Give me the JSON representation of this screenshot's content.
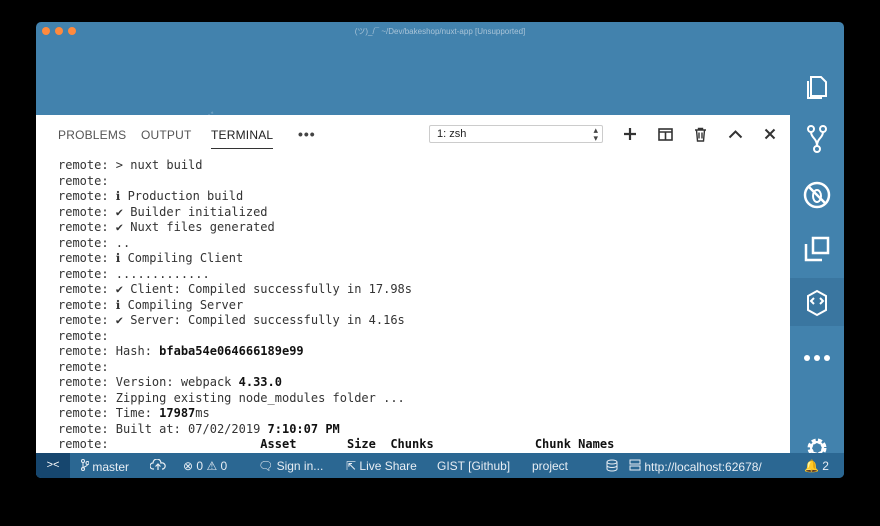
{
  "window": {
    "title": "(ツ)_/¯ ~/Dev/bakeshop/nuxt-app [Unsupported]"
  },
  "panel": {
    "tabs": [
      {
        "label": "PROBLEMS"
      },
      {
        "label": "OUTPUT"
      },
      {
        "label": "TERMINAL"
      }
    ],
    "more_label": "•••",
    "terminal_select": "1: zsh"
  },
  "terminal": {
    "lines": [
      {
        "p": "remote: ",
        "t": "> nuxt build"
      },
      {
        "p": "remote:",
        "t": ""
      },
      {
        "p": "remote: ",
        "t": "ℹ Production build"
      },
      {
        "p": "remote: ",
        "t": "✔ Builder initialized"
      },
      {
        "p": "remote: ",
        "t": "✔ Nuxt files generated"
      },
      {
        "p": "remote: ",
        "t": ".."
      },
      {
        "p": "remote: ",
        "t": "ℹ Compiling Client"
      },
      {
        "p": "remote: ",
        "t": "............."
      },
      {
        "p": "remote: ",
        "t": "✔ Client: Compiled successfully in 17.98s"
      },
      {
        "p": "remote: ",
        "t": "ℹ Compiling Server"
      },
      {
        "p": "remote: ",
        "t": "✔ Server: Compiled successfully in 4.16s"
      },
      {
        "p": "remote:",
        "t": ""
      },
      {
        "p": "remote: ",
        "t": "Hash: ",
        "b": "bfaba54e064666189e99"
      },
      {
        "p": "remote:",
        "t": ""
      },
      {
        "p": "remote: ",
        "t": "Version: webpack ",
        "b": "4.33.0"
      },
      {
        "p": "remote: ",
        "t": "Zipping existing node_modules folder ..."
      },
      {
        "p": "remote: ",
        "t": "Time: ",
        "b": "17987",
        "t2": "ms"
      },
      {
        "p": "remote: ",
        "t": "Built at: 07/02/2019 ",
        "b": "7:10:07 PM"
      },
      {
        "p": "remote: ",
        "t": "",
        "b": "                    Asset       Size  Chunks              Chunk Names"
      }
    ]
  },
  "statusbar": {
    "remote_icon": "><",
    "branch": "master",
    "errors": "0",
    "warnings": "0",
    "sign_in": "Sign in...",
    "live_share": "Live Share",
    "gist": "GIST [Github]",
    "project": "project",
    "url": "http://localhost:62678/",
    "notifications": "2"
  },
  "icons": {
    "activity": [
      "files-icon",
      "source-control-icon",
      "debug-icon",
      "extensions-icon",
      "remote-explorer-icon",
      "more-icon",
      "settings-icon"
    ]
  }
}
